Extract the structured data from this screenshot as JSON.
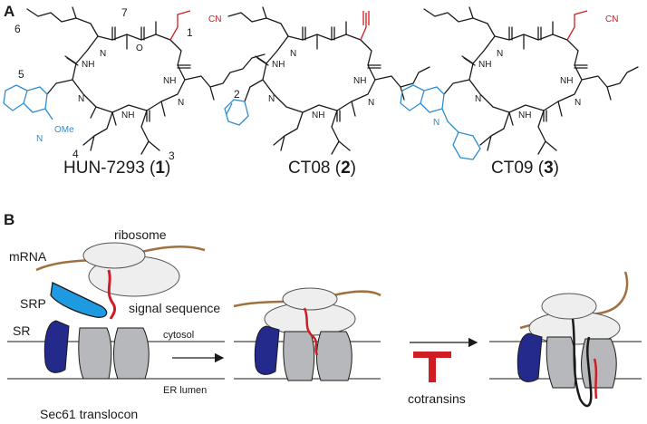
{
  "panel_a": {
    "label": "A",
    "compound_1": {
      "name": "HUN-7293 (",
      "num": "1",
      "close": ")"
    },
    "compound_2": {
      "name": "CT08 (",
      "num": "2",
      "close": ")"
    },
    "compound_3": {
      "name": "CT09 (",
      "num": "3",
      "close": ")"
    },
    "atoms": {
      "cn": "CN",
      "nh": "NH",
      "n": "N",
      "o": "O",
      "ome": "OMe"
    },
    "position_numbers": [
      "1",
      "2",
      "3",
      "4",
      "5",
      "6",
      "7"
    ]
  },
  "panel_b": {
    "label": "B",
    "ribosome": "ribosome",
    "mrna": "mRNA",
    "srp": "SRP",
    "signal_sequence": "signal sequence",
    "sr": "SR",
    "cytosol": "cytosol",
    "er_lumen": "ER lumen",
    "translocon": "Sec61 translocon",
    "inhibitor": "cotransins"
  },
  "colors": {
    "black": "#1a1a1a",
    "red": "#d01c24",
    "blue_text": "#2d8ed0",
    "srp_blue": "#1e9be0",
    "sr_navy": "#232a8c",
    "translocon_gray": "#b7b8bc",
    "ribosome_fill": "#eeeeee",
    "mrna_brown": "#a07040"
  }
}
